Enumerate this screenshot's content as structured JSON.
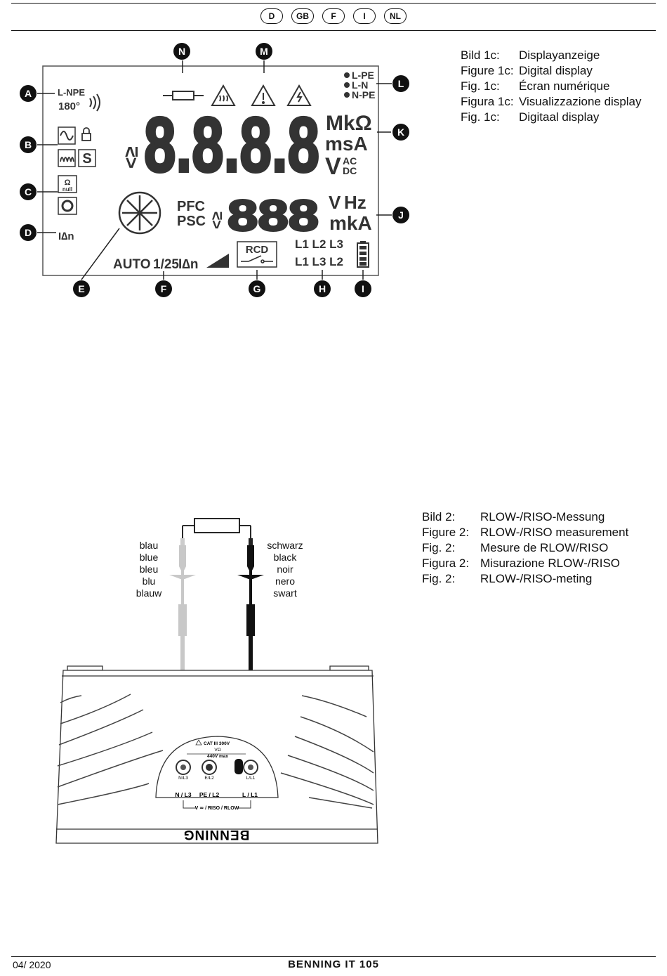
{
  "languages": [
    "D",
    "GB",
    "F",
    "I",
    "NL"
  ],
  "figure1": {
    "captions": [
      {
        "key": "Bild 1c:",
        "value": "Displayanzeige"
      },
      {
        "key": "Figure 1c:",
        "value": "Digital display"
      },
      {
        "key": "Fig. 1c:",
        "value": "Écran numérique"
      },
      {
        "key": "Figura 1c:",
        "value": "Visualizzazione display"
      },
      {
        "key": "Fig. 1c:",
        "value": "Digitaal display"
      }
    ],
    "callouts": [
      "A",
      "B",
      "C",
      "D",
      "E",
      "F",
      "G",
      "H",
      "I",
      "J",
      "K",
      "L",
      "M",
      "N"
    ],
    "lcd": {
      "l_npe": "L-NPE",
      "deg180": "180°",
      "main_digits": "8.8.8.8",
      "units_top": "MkΩ",
      "units_mid": "msA",
      "units_v": "V",
      "ac": "AC",
      "dc": "DC",
      "lpe": "L-PE",
      "ln": "L-N",
      "npe": "N-PE",
      "pfc": "PFC",
      "psc": "PSC",
      "sub_digits": "888",
      "v": "V",
      "hz": "Hz",
      "mka": "mkA",
      "auto": "AUTO",
      "ratio": "1/25",
      "idn": "I∆n",
      "idn_small": "I∆n",
      "rcd": "RCD",
      "l_row1": "L1 L2 L3",
      "l_row2": "L1 L3 L2",
      "null": "null",
      "s": "S"
    }
  },
  "figure2": {
    "captions": [
      {
        "key": "Bild 2:",
        "value": "RLOW-/RISO-Messung"
      },
      {
        "key": "Figure 2:",
        "value": "RLOW-/RISO measurement"
      },
      {
        "key": "Fig. 2:",
        "value": "Mesure de RLOW/RISO"
      },
      {
        "key": "Figura 2:",
        "value": "Misurazione RLOW-/RISO"
      },
      {
        "key": "Fig. 2:",
        "value": "RLOW-/RISO-meting"
      }
    ],
    "blue_lead": [
      "blau",
      "blue",
      "bleu",
      "blu",
      "blauw"
    ],
    "black_lead": [
      "schwarz",
      "black",
      "noir",
      "nero",
      "swart"
    ],
    "device": {
      "cat": "CAT III 300V",
      "vohm": "VΩ",
      "max": "440V max",
      "jack1": "N/L3",
      "jack2": "E/L2",
      "jack3": "L/L1",
      "label1": "N / L3",
      "label2": "PE / L2",
      "label3": "L / L1",
      "bracket": "V ≂ / RISO / RLOW",
      "brand": "BENNING"
    }
  },
  "footer": {
    "date": "04/ 2020",
    "model": "BENNING IT 105"
  }
}
